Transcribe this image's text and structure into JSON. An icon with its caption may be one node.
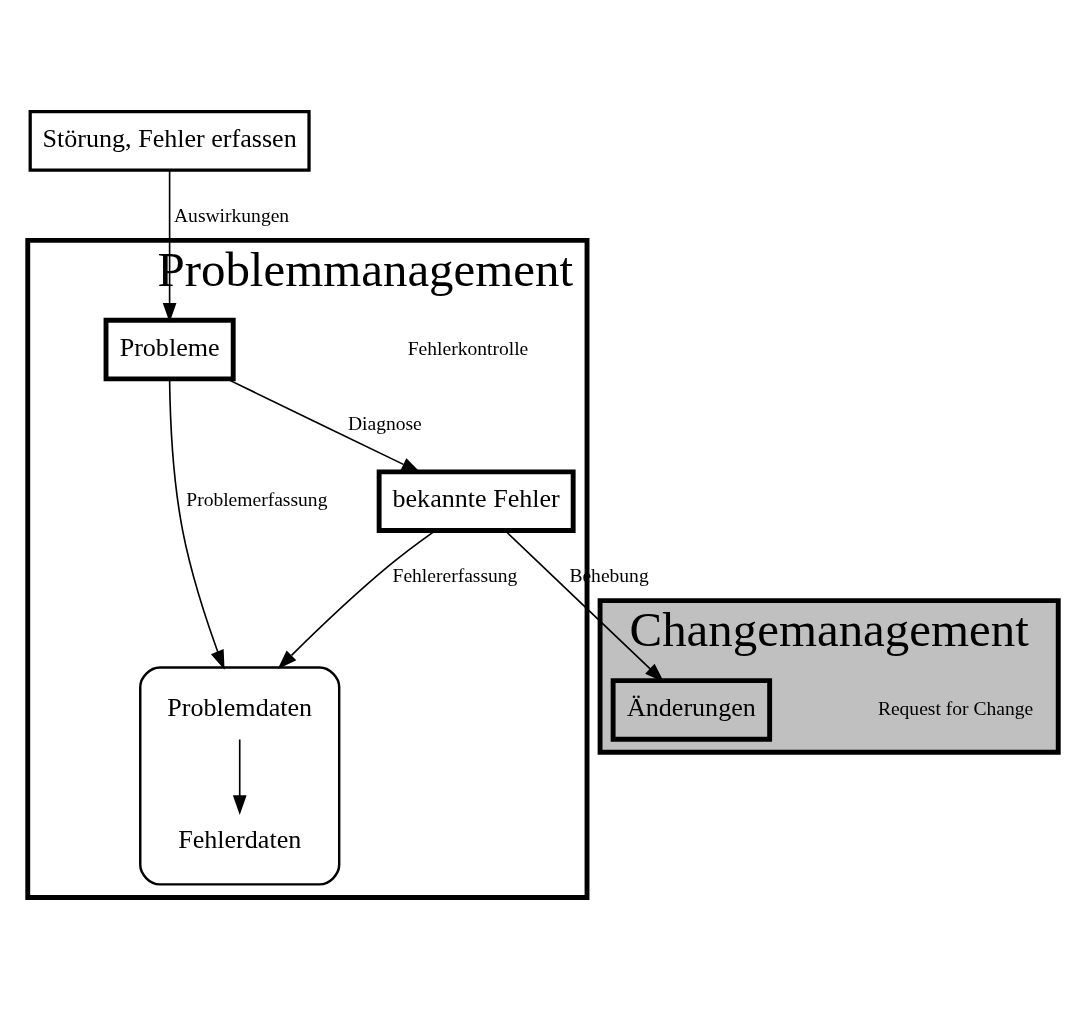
{
  "diagram": {
    "nodes": [
      {
        "text": [
          "Störung, Fehler erfassen"
        ]
      },
      {
        "text": [
          "Problemmanagement"
        ]
      },
      {
        "text": [
          "Probleme"
        ],
        "in": 1
      },
      {
        "text": [
          "bekannte Fehler"
        ],
        "in": 1
      },
      {
        "text": [],
        "shape": "cylinder",
        "in": 1
      },
      {
        "text": [
          "Problemdaten"
        ],
        "in": 4
      },
      {
        "text": [
          "Fehlerdaten"
        ],
        "in": 4
      },
      {
        "text": [
          "Changemanagement"
        ]
      },
      {
        "text": [
          "Änderungen"
        ],
        "in": 7
      }
    ],
    "edges": [
      {
        "from": 0,
        "to": 2,
        "arrow": "to",
        "label": "Auswirkungen"
      },
      {
        "from": 2,
        "to": 4,
        "arrow": "to",
        "label": "Problemerfassung"
      },
      {
        "from": 2,
        "to": 3,
        "arrow": "to",
        "label": "Diagnose"
      },
      {
        "from": 3,
        "to": 4,
        "arrow": "to",
        "label": "Fehlererfassung"
      },
      {
        "from": 5,
        "to": 6,
        "arrow": "to"
      },
      {
        "from": 3,
        "to": 8,
        "arrow": "to",
        "label": "Behebung"
      }
    ],
    "labels": [
      "Fehlerkontrolle",
      "Request for Change"
    ]
  }
}
